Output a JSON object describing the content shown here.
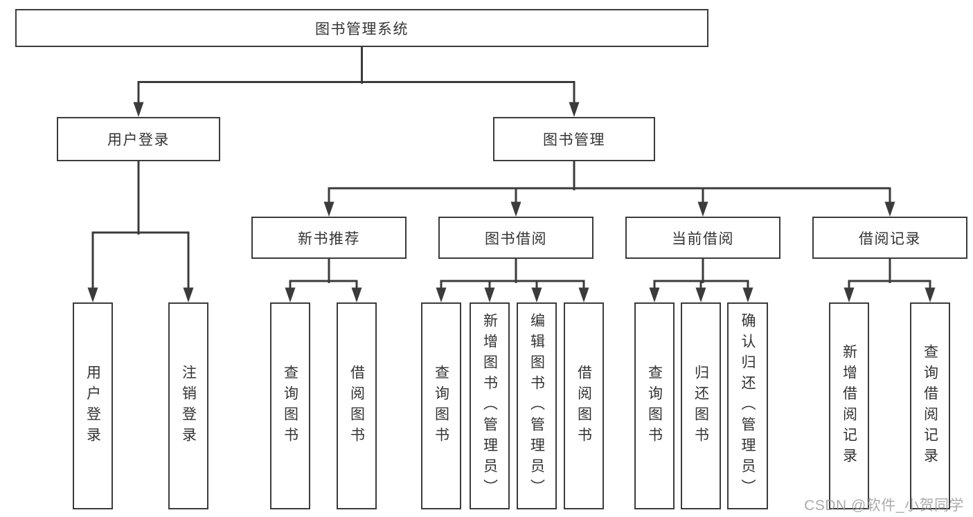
{
  "colors": {
    "line": "#3b3b3b",
    "text": "#333333",
    "background": "#ffffff",
    "watermark": "#969696"
  },
  "watermark": {
    "text": "CSDN @软件_小贺同学"
  },
  "tree": {
    "label": "图书管理系统",
    "children": [
      {
        "label": "用户登录",
        "children": [
          {
            "label": "用户登录"
          },
          {
            "label": "注销登录"
          }
        ]
      },
      {
        "label": "图书管理",
        "children": [
          {
            "label": "新书推荐",
            "children": [
              {
                "label": "查询图书"
              },
              {
                "label": "借阅图书"
              }
            ]
          },
          {
            "label": "图书借阅",
            "children": [
              {
                "label": "查询图书"
              },
              {
                "label": "新增图书（管理员）"
              },
              {
                "label": "编辑图书（管理员）"
              },
              {
                "label": "借阅图书"
              }
            ]
          },
          {
            "label": "当前借阅",
            "children": [
              {
                "label": "查询图书"
              },
              {
                "label": "归还图书"
              },
              {
                "label": "确认归还（管理员）"
              }
            ]
          },
          {
            "label": "借阅记录",
            "children": [
              {
                "label": "新增借阅记录"
              },
              {
                "label": "查询借阅记录"
              }
            ]
          }
        ]
      }
    ]
  }
}
